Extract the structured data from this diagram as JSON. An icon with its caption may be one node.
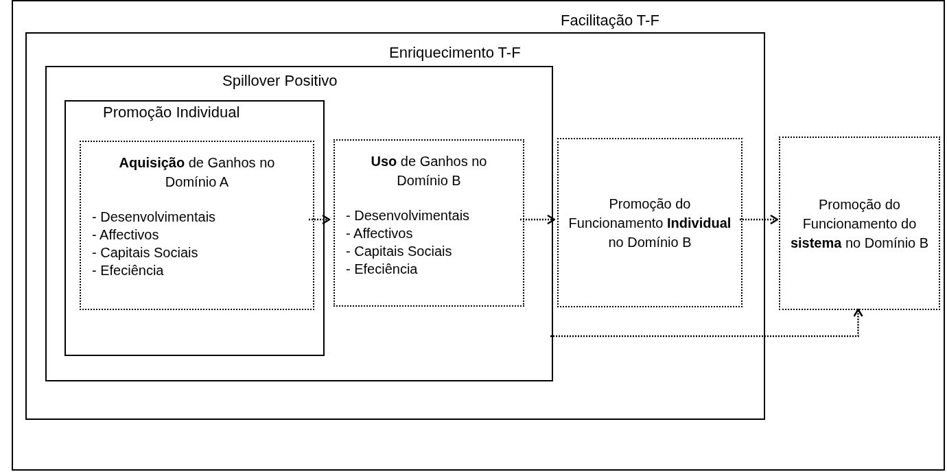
{
  "diagram": {
    "nodes": [
      {
        "text": [
          "Facilitação T-F"
        ]
      },
      {
        "text": [
          "Enriquecimento T-F"
        ],
        "in": 0
      },
      {
        "text": [
          "Spillover Positivo"
        ],
        "in": 1
      },
      {
        "text": [
          "Promoção Individual"
        ],
        "in": 2
      },
      {
        "text": [
          "**Aquisição** de Ganhos no Domínio A",
          "- Desenvolvimentais",
          "- Affectivos",
          "- Capitais Sociais",
          "- Efeciência"
        ],
        "in": 3
      },
      {
        "text": [
          "**Uso** de Ganhos no Domínio B",
          "- Desenvolvimentais",
          "- Affectivos",
          "- Capitais Sociais",
          "- Efeciência"
        ],
        "in": 2
      },
      {
        "text": [
          "Promoção do Funcionamento **Individual** no Domínio B"
        ],
        "in": 1
      },
      {
        "text": [
          "Promoção do Funcionamento do **sistema** no Domínio B"
        ],
        "in": 0
      }
    ],
    "edges": [
      {
        "from": 4,
        "to": 5,
        "arrow": "to"
      },
      {
        "from": 5,
        "to": 6,
        "arrow": "to"
      },
      {
        "from": 6,
        "to": 7,
        "arrow": "to"
      },
      {
        "from": 2,
        "to": 7,
        "arrow": "to"
      }
    ]
  }
}
